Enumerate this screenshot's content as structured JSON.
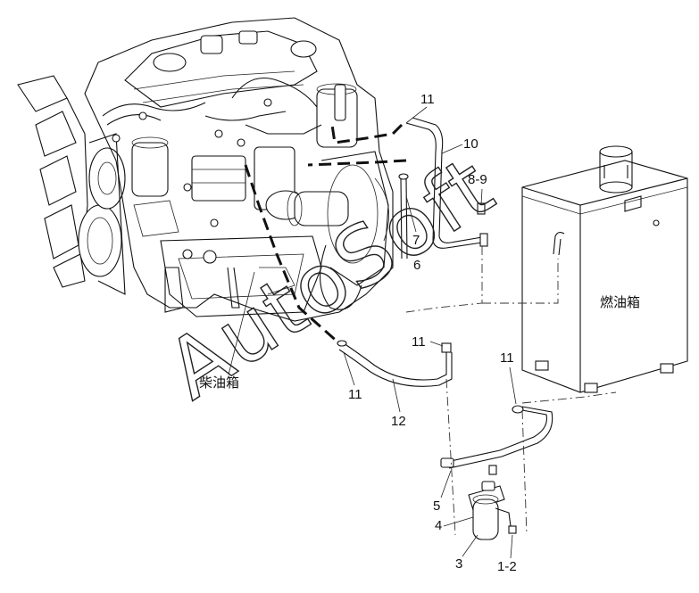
{
  "labels": {
    "tank_right": "燃油箱",
    "tank_left": "柴油箱",
    "watermark": "AutoSoft"
  },
  "callouts": [
    {
      "id": "c11a",
      "text": "11"
    },
    {
      "id": "c10",
      "text": "10"
    },
    {
      "id": "c89",
      "text": "8-9"
    },
    {
      "id": "c7",
      "text": "7"
    },
    {
      "id": "c6",
      "text": "6"
    },
    {
      "id": "c11b",
      "text": "11"
    },
    {
      "id": "c11c",
      "text": "11"
    },
    {
      "id": "c12",
      "text": "12"
    },
    {
      "id": "c11d",
      "text": "11"
    },
    {
      "id": "c5",
      "text": "5"
    },
    {
      "id": "c4",
      "text": "4"
    },
    {
      "id": "c3",
      "text": "3"
    },
    {
      "id": "c12b",
      "text": "1-2"
    }
  ]
}
